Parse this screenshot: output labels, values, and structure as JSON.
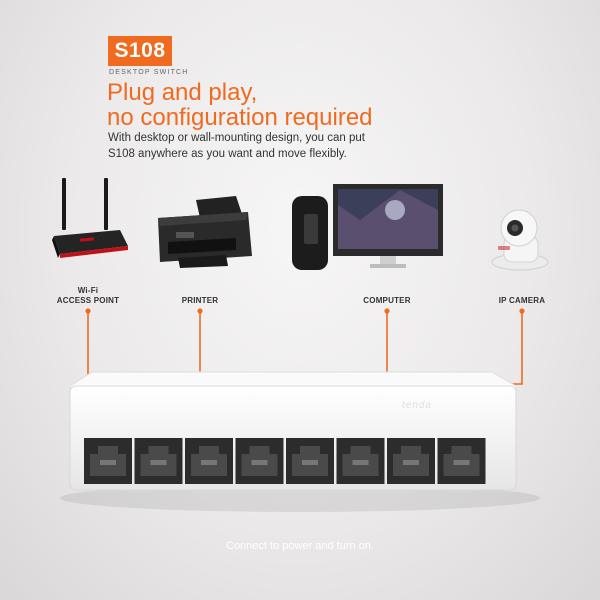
{
  "brand": {
    "model": "S108",
    "subtitle": "DESKTOP SWITCH",
    "accent_color": "#f06b1f"
  },
  "headline": {
    "line1": "Plug and play,",
    "line2": "no configuration required"
  },
  "description": {
    "line1": "With desktop or wall-mounting design, you can put",
    "line2": "S108 anywhere as you want and move flexibly."
  },
  "devices": [
    {
      "icon": "router-icon",
      "label_line1": "Wi-Fi",
      "label_line2": "ACCESS POINT"
    },
    {
      "icon": "printer-icon",
      "label_line1": "",
      "label_line2": "PRINTER"
    },
    {
      "icon": "computer-icon",
      "label_line1": "",
      "label_line2": "COMPUTER"
    },
    {
      "icon": "ip-camera-icon",
      "label_line1": "",
      "label_line2": "IP CAMERA"
    }
  ],
  "switch": {
    "port_count": 8,
    "logo_text": "tenda",
    "icon": "network-switch-icon"
  },
  "caption": "Connect to power and turn on."
}
